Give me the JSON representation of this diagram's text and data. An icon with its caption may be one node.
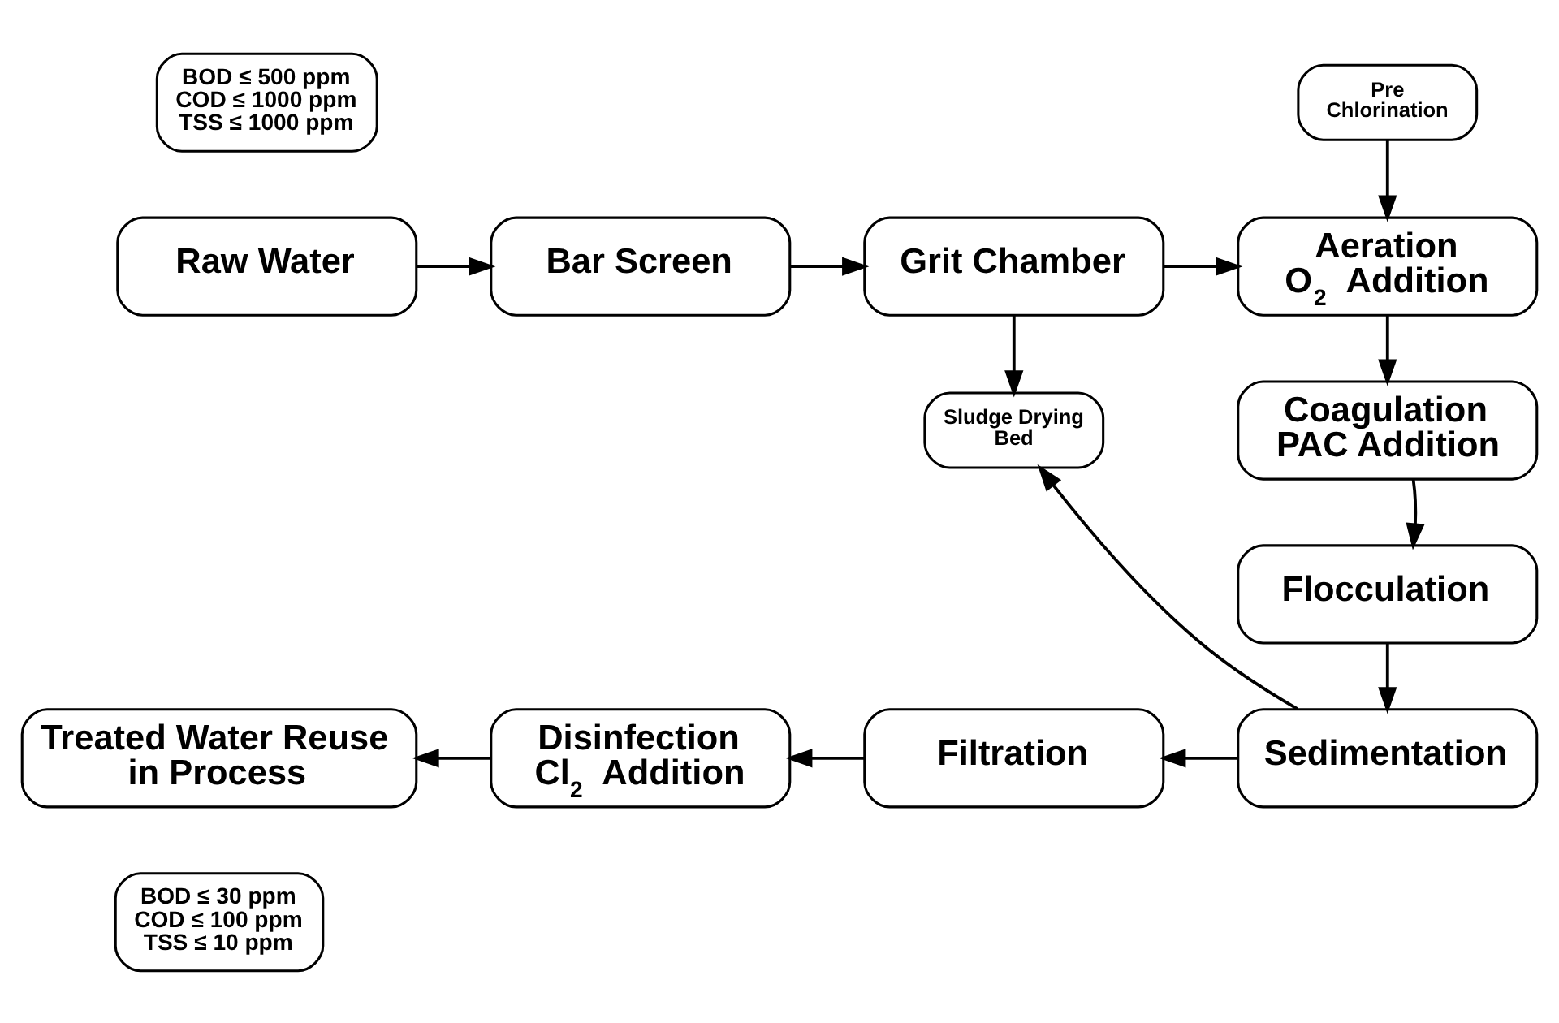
{
  "diagram": {
    "nodes": [
      {
        "text": [
          "BOD ≤ 500 ppm COD ≤ 1000 ppm TSS ≤ 1000 ppm"
        ]
      },
      {
        "text": [
          "Raw Water"
        ]
      },
      {
        "text": [
          "Bar Screen"
        ]
      },
      {
        "text": [
          "Grit Chamber"
        ]
      },
      {
        "text": [
          "Pre Chlorination"
        ]
      },
      {
        "text": [
          "Aeration",
          "O$_{2}$ Addition"
        ]
      },
      {
        "text": [
          "Coagulation",
          "PAC Addition"
        ]
      },
      {
        "text": [
          "Sludge Drying Bed"
        ]
      },
      {
        "text": [
          "Flocculation"
        ]
      },
      {
        "text": [
          "Sedimentation"
        ]
      },
      {
        "text": [
          "Filtration"
        ]
      },
      {
        "text": [
          "Disinfection",
          "Cl$_{2}$ Addition"
        ]
      },
      {
        "text": [
          "Treated Water Reuse in Process"
        ]
      },
      {
        "text": [
          "BOD ≤ 30 ppm COD ≤ 100 ppm TSS ≤ 10 ppm"
        ]
      }
    ],
    "edges": [
      {
        "from": 1,
        "to": 2,
        "arrow": "to"
      },
      {
        "from": 2,
        "to": 3,
        "arrow": "to"
      },
      {
        "from": 3,
        "to": 5,
        "arrow": "to"
      },
      {
        "from": 4,
        "to": 5,
        "arrow": "to"
      },
      {
        "from": 3,
        "to": 7,
        "arrow": "to"
      },
      {
        "from": 5,
        "to": 6,
        "arrow": "to"
      },
      {
        "from": 6,
        "to": 8,
        "arrow": "to"
      },
      {
        "from": 8,
        "to": 9,
        "arrow": "to"
      },
      {
        "from": 9,
        "to": 7,
        "arrow": "to"
      },
      {
        "from": 9,
        "to": 10,
        "arrow": "to"
      },
      {
        "from": 10,
        "to": 11,
        "arrow": "to"
      },
      {
        "from": 11,
        "to": 12,
        "arrow": "to"
      }
    ]
  }
}
